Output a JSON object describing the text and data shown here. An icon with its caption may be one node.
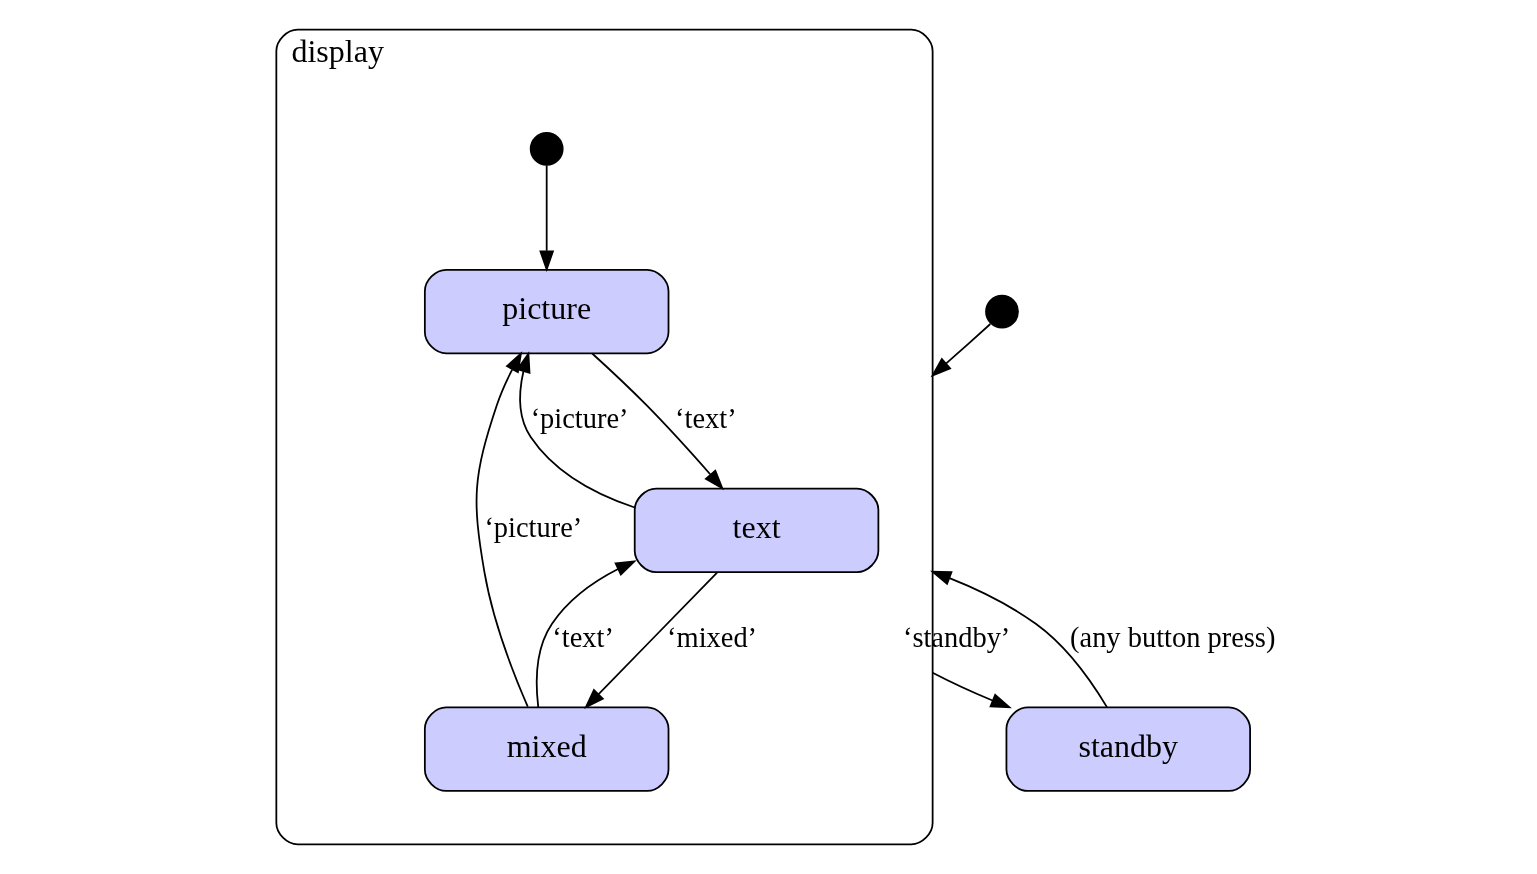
{
  "diagram": {
    "nodes": [
      {
        "text": [
          "standby"
        ]
      },
      {
        "text": [
          "display"
        ]
      },
      {
        "text": [],
        "shape": "circle",
        "in": 1
      },
      {
        "text": [
          "text"
        ],
        "in": 1
      },
      {
        "text": [
          "picture"
        ],
        "in": 1
      },
      {
        "text": [
          "mixed"
        ],
        "in": 1
      },
      {
        "text": [],
        "shape": "circle"
      }
    ],
    "edges": [
      {
        "from": 0,
        "to": 1,
        "arrow": "to",
        "label": "(any button press)"
      },
      {
        "from": 1,
        "to": 0,
        "arrow": "to",
        "label": "‘standby’"
      },
      {
        "from": 2,
        "to": 4,
        "arrow": "to"
      },
      {
        "from": 3,
        "to": 4,
        "arrow": "to",
        "label": "‘picture’"
      },
      {
        "from": 4,
        "to": 3,
        "arrow": "to",
        "label": "‘text’"
      },
      {
        "from": 3,
        "to": 5,
        "arrow": "to",
        "label": "‘mixed’"
      },
      {
        "from": 5,
        "to": 3,
        "arrow": "to",
        "label": "‘text’"
      },
      {
        "from": 5,
        "to": 4,
        "arrow": "to",
        "label": "‘picture’"
      },
      {
        "from": 6,
        "to": 1,
        "arrow": "to"
      }
    ]
  }
}
